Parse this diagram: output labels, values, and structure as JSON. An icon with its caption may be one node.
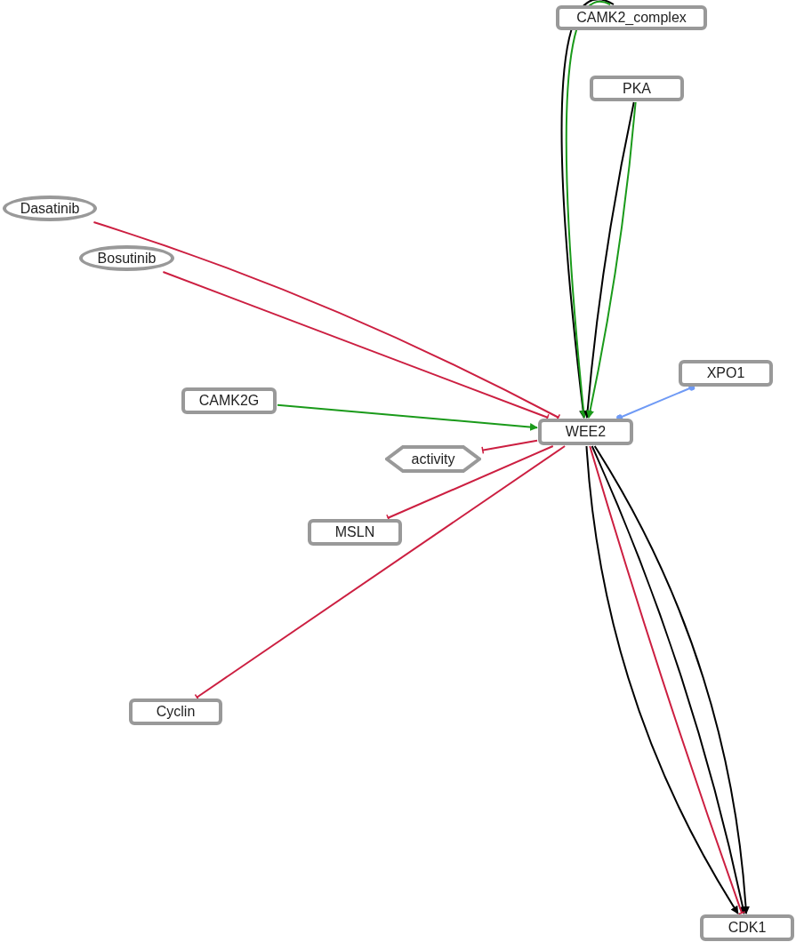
{
  "diagram": {
    "nodes": [
      {
        "text": [
          "CAMK2_complex"
        ]
      },
      {
        "text": [
          "PKA"
        ]
      },
      {
        "text": [
          "Dasatinib"
        ]
      },
      {
        "text": [
          "Bosutinib"
        ]
      },
      {
        "text": [
          "CAMK2G"
        ]
      },
      {
        "text": [
          "XPO1"
        ]
      },
      {
        "text": [
          "WEE2"
        ]
      },
      {
        "text": [
          "activity"
        ]
      },
      {
        "text": [
          "MSLN"
        ]
      },
      {
        "text": [
          "Cyclin"
        ]
      },
      {
        "text": [
          "CDK1"
        ]
      }
    ],
    "edges": [
      {
        "from": 0,
        "to": 6,
        "arrow": "to",
        "color": "#000000"
      },
      {
        "from": 0,
        "to": 6,
        "arrow": "to",
        "color": "#1a9a1a"
      },
      {
        "from": 1,
        "to": 6,
        "arrow": "to",
        "color": "#000000"
      },
      {
        "from": 1,
        "to": 6,
        "arrow": "to",
        "color": "#1a9a1a"
      },
      {
        "from": 2,
        "to": 6,
        "arrow": "other",
        "color": "#cc1f41"
      },
      {
        "from": 3,
        "to": 6,
        "arrow": "other",
        "color": "#cc1f41"
      },
      {
        "from": 4,
        "to": 6,
        "arrow": "to",
        "color": "#1a9a1a"
      },
      {
        "from": 6,
        "to": 5,
        "arrow": "other",
        "color": "#6f9af5"
      },
      {
        "from": 6,
        "to": 7,
        "arrow": "other",
        "color": "#cc1f41"
      },
      {
        "from": 6,
        "to": 8,
        "arrow": "other",
        "color": "#cc1f41"
      },
      {
        "from": 6,
        "to": 9,
        "arrow": "other",
        "color": "#cc1f41"
      },
      {
        "from": 6,
        "to": 10,
        "arrow": "to",
        "color": "#000000"
      },
      {
        "from": 6,
        "to": 10,
        "arrow": "to",
        "color": "#000000"
      },
      {
        "from": 6,
        "to": 10,
        "arrow": "to",
        "color": "#000000"
      },
      {
        "from": 6,
        "to": 10,
        "arrow": "other",
        "color": "#cc1f41"
      }
    ]
  }
}
